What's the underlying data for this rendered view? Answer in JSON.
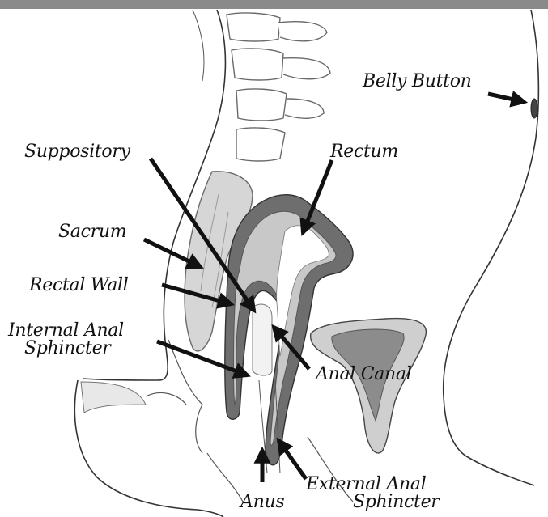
{
  "diagram": {
    "labels": {
      "belly_button": "Belly Button",
      "suppository": "Suppository",
      "rectum": "Rectum",
      "sacrum": "Sacrum",
      "rectal_wall": "Rectal Wall",
      "internal_anal_line1": "Internal Anal",
      "internal_anal_line2": "Sphincter",
      "anal_canal": "Anal Canal",
      "anus": "Anus",
      "external_anal_line1": "External Anal",
      "external_anal_line2": "Sphincter"
    },
    "colors": {
      "rectum_wall": "#6e6e6e",
      "rectum_lining": "#c8c8c8",
      "sacrum_fill": "#d6d6d6",
      "bladder_outer": "#cfcfcf",
      "bladder_inner": "#8c8c8c",
      "outline": "#333333",
      "arrow": "#111111",
      "top_band": "#8a8a8a"
    }
  }
}
